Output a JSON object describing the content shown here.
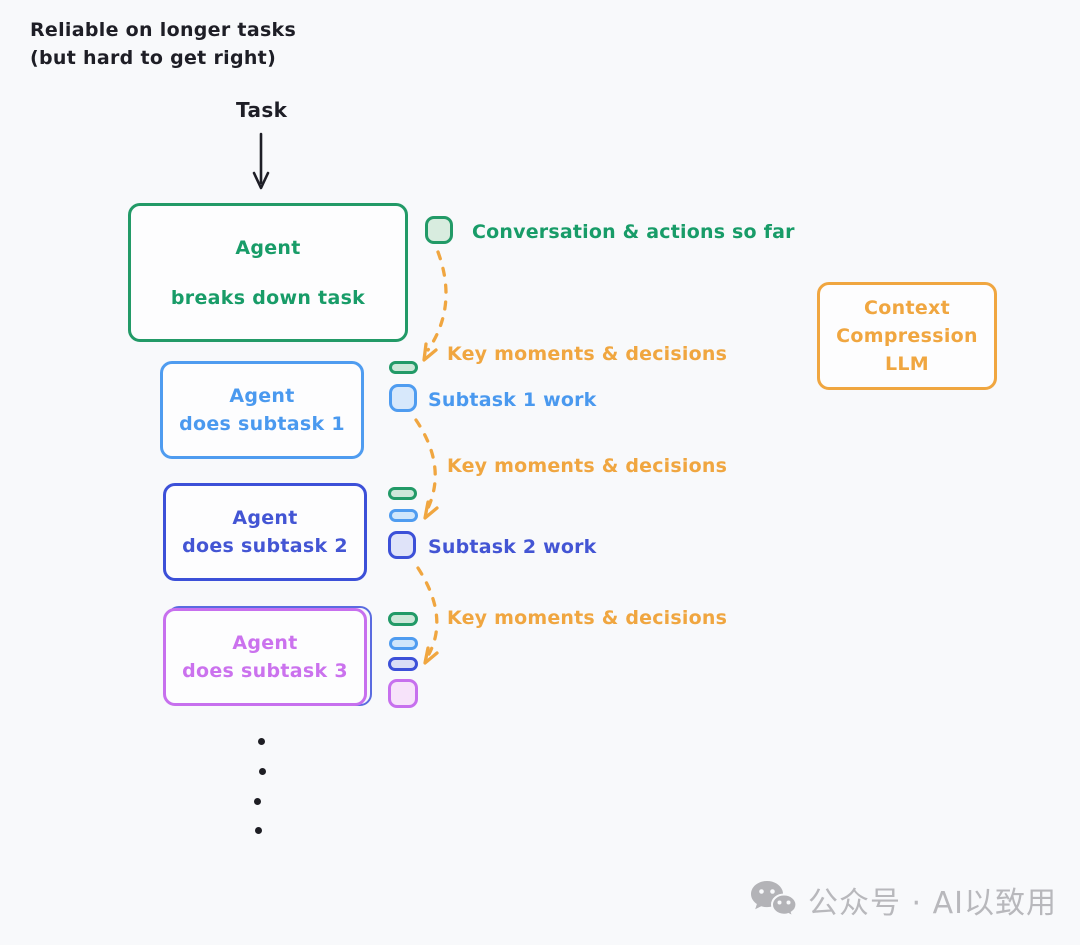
{
  "title": {
    "line1": "Reliable on longer tasks",
    "line2": "(but hard to get right)"
  },
  "task_label": "Task",
  "boxes": {
    "agent": {
      "title": "Agent",
      "subtitle": "breaks down task"
    },
    "subtask1": {
      "title": "Agent",
      "subtitle": "does subtask 1"
    },
    "subtask2": {
      "title": "Agent",
      "subtitle": "does subtask 2"
    },
    "subtask3": {
      "title": "Agent",
      "subtitle": "does subtask 3"
    },
    "context": {
      "line1": "Context",
      "line2": "Compression",
      "line3": "LLM"
    }
  },
  "labels": {
    "conversation": "Conversation & actions so far",
    "key_moments": "Key moments & decisions",
    "subtask1_work": "Subtask 1 work",
    "subtask2_work": "Subtask 2 work"
  },
  "icons": {
    "conversation_icon": "green-rounded-square",
    "key_moments_icon": "green-pill",
    "subtask1_work_icon": "sky-blue-rounded-square",
    "subtask2_work_icon": "indigo-rounded-square",
    "subtask3_work_icon": "purple-rounded-square"
  },
  "watermark": {
    "source": "公众号 · AI以致用"
  },
  "colors": {
    "background": "#f8f9fb",
    "ink": "#1e1e26",
    "green": "#189c68",
    "green_fill": "#d8ecdf",
    "sky_blue": "#4f9cf0",
    "sky_blue_fill": "#d7e8fb",
    "indigo": "#3c50d8",
    "indigo_fill": "#dfe3f9",
    "purple": "#c770ee",
    "purple_fill": "#f7e3fa",
    "orange": "#f0a640",
    "watermark_gray": "#b8b8bc"
  }
}
